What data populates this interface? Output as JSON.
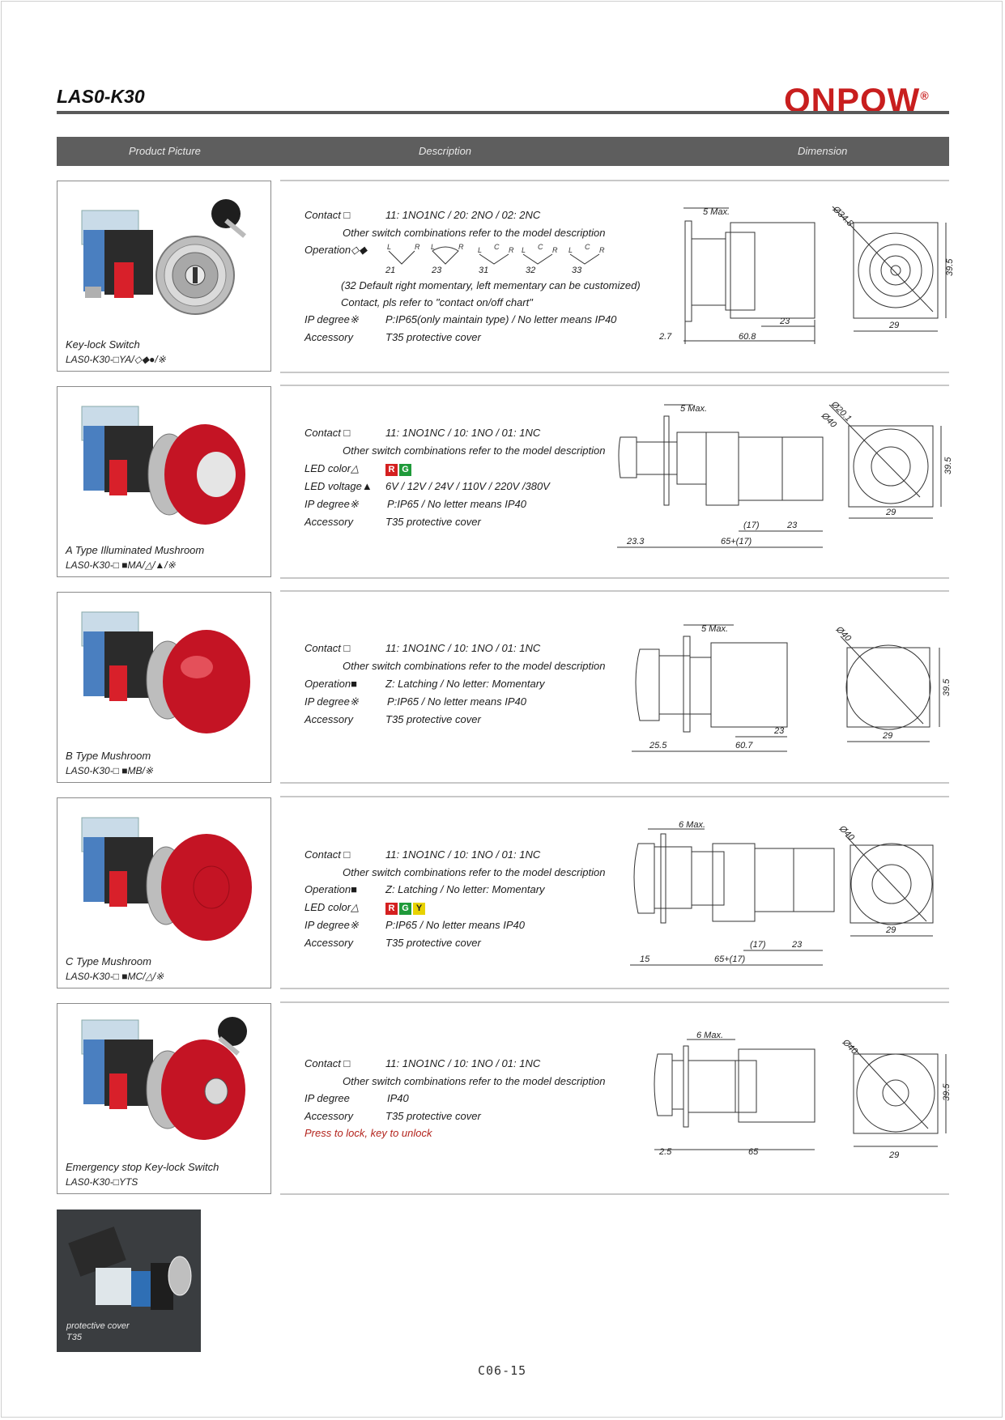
{
  "page": {
    "title": "LAS0-K30",
    "brand": "ONPOW",
    "brand_mark": "®",
    "footer": "C06-15"
  },
  "header": {
    "col_picture": "Product Picture",
    "col_description": "Description",
    "col_dimension": "Dimension"
  },
  "products": [
    {
      "name": "Key-lock Switch",
      "code": "LAS0-K30-□YA/◇◆●/※",
      "lines": [
        {
          "label": "Contact □",
          "value": "11: 1NO1NC / 20: 2NO / 02: 2NC"
        },
        {
          "label": "",
          "value": "Other switch combinations refer to the model description"
        },
        {
          "label": "Operation◇◆",
          "value": ""
        },
        {
          "label": "",
          "value": "(32 Default right momentary, left mementary can be customized)"
        },
        {
          "label": "",
          "value": "Contact, pls refer to \"contact on/off chart\""
        },
        {
          "label": "IP degree※",
          "value": "P:IP65(only maintain type) / No letter means IP40"
        },
        {
          "label": "Accessory",
          "value": "T35 protective cover"
        }
      ],
      "operation_codes": [
        "21",
        "23",
        "31",
        "32",
        "33"
      ],
      "dims": {
        "max": "5 Max.",
        "front": "2.7",
        "body": "60.8",
        "tail": "23",
        "dia": "Ø34.8",
        "h": "39.5",
        "w": "29"
      }
    },
    {
      "name": "A Type Illuminated Mushroom",
      "code": "LAS0-K30-□ ■MA/△/▲/※",
      "lines": [
        {
          "label": "Contact □",
          "value": "11: 1NO1NC / 10: 1NO / 01: 1NC"
        },
        {
          "label": "",
          "value": "Other switch combinations refer to the model description"
        },
        {
          "label": "LED color△",
          "value": ""
        },
        {
          "label": "LED voltage▲",
          "value": "6V / 12V / 24V / 110V / 220V /380V"
        },
        {
          "label": "IP degree※",
          "value": "P:IP65 / No letter means IP40"
        },
        {
          "label": "Accessory",
          "value": "T35 protective cover"
        }
      ],
      "led_colors": [
        {
          "letter": "R",
          "color": "#d42020"
        },
        {
          "letter": "G",
          "color": "#1f9a3a"
        }
      ],
      "dims": {
        "max": "5 Max.",
        "front": "23.3",
        "body": "65+(17)",
        "mid": "(17)",
        "tail": "23",
        "dia1": "Ø20.1",
        "dia2": "Ø40",
        "h": "39.5",
        "w": "29"
      }
    },
    {
      "name": "B Type Mushroom",
      "code": "LAS0-K30-□ ■MB/※",
      "lines": [
        {
          "label": "Contact □",
          "value": "11: 1NO1NC / 10: 1NO / 01: 1NC"
        },
        {
          "label": "",
          "value": "Other switch combinations refer to the model description"
        },
        {
          "label": "Operation■",
          "value": "Z: Latching / No letter: Momentary"
        },
        {
          "label": "IP degree※",
          "value": "P:IP65 / No letter means IP40"
        },
        {
          "label": "Accessory",
          "value": "T35 protective cover"
        }
      ],
      "dims": {
        "max": "5 Max.",
        "front": "25.5",
        "body": "60.7",
        "tail": "23",
        "dia": "Ø40",
        "h": "39.5",
        "w": "29"
      }
    },
    {
      "name": "C Type Mushroom",
      "code": "LAS0-K30-□ ■MC/△/※",
      "lines": [
        {
          "label": "Contact □",
          "value": "11: 1NO1NC / 10: 1NO / 01: 1NC"
        },
        {
          "label": "",
          "value": "Other switch combinations refer to the model description"
        },
        {
          "label": "Operation■",
          "value": "Z: Latching / No letter: Momentary"
        },
        {
          "label": "LED color△",
          "value": ""
        },
        {
          "label": "IP degree※",
          "value": "P:IP65 / No letter means IP40"
        },
        {
          "label": "Accessory",
          "value": "T35 protective cover"
        }
      ],
      "led_colors": [
        {
          "letter": "R",
          "color": "#d42020"
        },
        {
          "letter": "G",
          "color": "#1f9a3a"
        },
        {
          "letter": "Y",
          "color": "#e8d200"
        }
      ],
      "dims": {
        "max": "6 Max.",
        "front": "15",
        "body": "65+(17)",
        "mid": "(17)",
        "tail": "23",
        "dia": "Ø40",
        "w": "29"
      }
    },
    {
      "name": "Emergency stop Key-lock Switch",
      "code": "LAS0-K30-□YTS",
      "lines": [
        {
          "label": "Contact □",
          "value": "11: 1NO1NC / 10: 1NO / 01: 1NC"
        },
        {
          "label": "",
          "value": "Other switch combinations refer to the model description"
        },
        {
          "label": "IP degree",
          "value": "IP40"
        },
        {
          "label": "Accessory",
          "value": "T35 protective cover"
        }
      ],
      "note": "Press to lock, key to unlock",
      "dims": {
        "max": "6 Max.",
        "front": "2.5",
        "body": "65",
        "dia": "Ø40",
        "h": "39.5",
        "w": "29"
      }
    }
  ],
  "accessory_photo": {
    "label1": "protective cover",
    "label2": "T35"
  }
}
